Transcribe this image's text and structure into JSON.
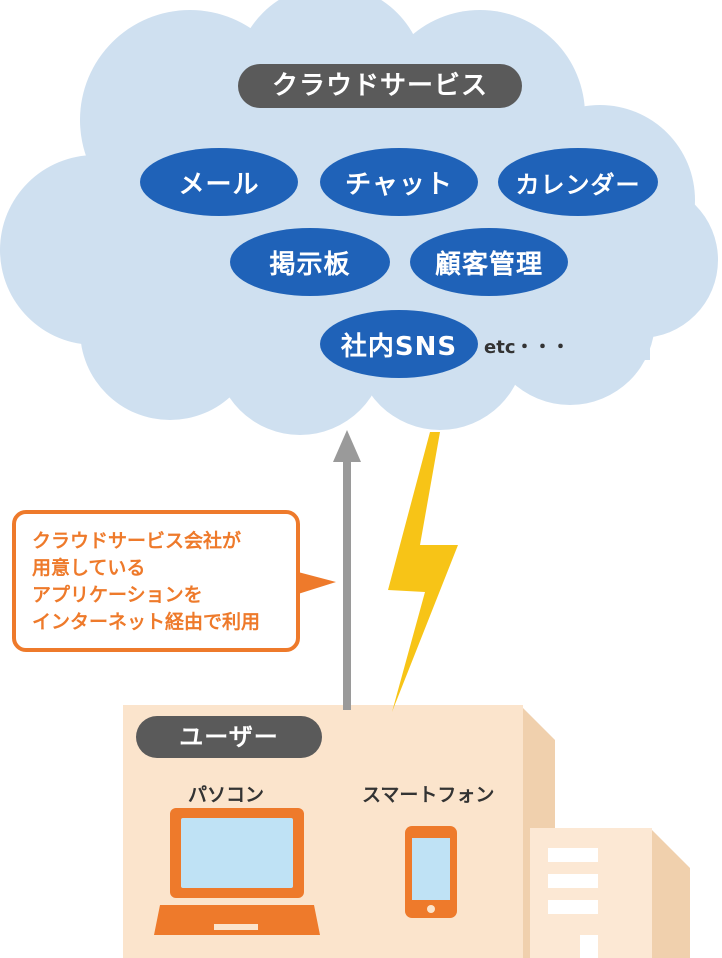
{
  "cloud": {
    "title": "クラウドサービス",
    "services": [
      "メール",
      "チャット",
      "カレンダー",
      "掲示板",
      "顧客管理",
      "社内SNS"
    ],
    "etc": "etc・・・"
  },
  "callout": {
    "lines": [
      "クラウドサービス会社が",
      "用意している",
      "アプリケーションを",
      "インターネット経由で利用"
    ]
  },
  "user": {
    "title": "ユーザー",
    "devices": [
      "パソコン",
      "スマートフォン"
    ]
  },
  "colors": {
    "cloud": "#cfe0f0",
    "service_oval": "#1f62b8",
    "title_pill": "#5a5a5a",
    "callout_orange": "#ee7a2b",
    "lightning": "#f7c417",
    "arrow": "#9a9a9a",
    "building": "#fbe4cc"
  }
}
